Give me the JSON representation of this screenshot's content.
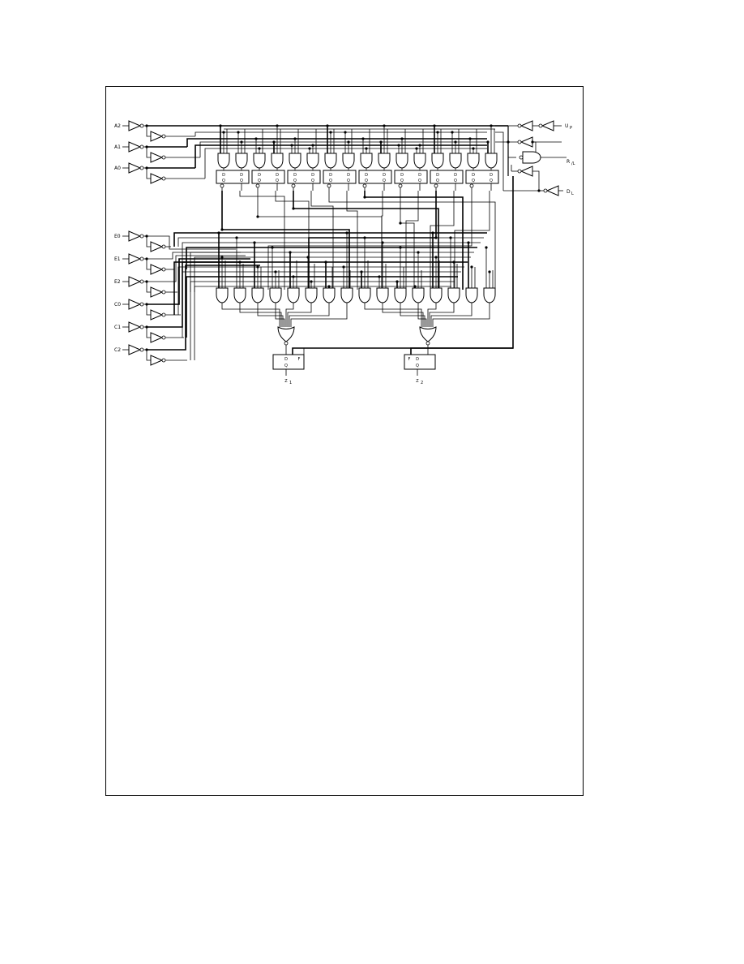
{
  "diagram": {
    "address_inputs": [
      "A2",
      "A1",
      "A0"
    ],
    "select_inputs": [
      "E0",
      "E1",
      "E2",
      "C0",
      "C1",
      "C2"
    ],
    "right_inputs": [
      "U",
      "R",
      "D"
    ],
    "right_input_subscripts": [
      "P",
      "/L",
      "L"
    ],
    "latch_upper_labels": [
      "D",
      "D",
      "D",
      "D",
      "D",
      "D",
      "D",
      "D",
      "D",
      "D",
      "D",
      "D",
      "D",
      "D",
      "D",
      "D"
    ],
    "latch_lower_labels": [
      "Q",
      "Q",
      "Q",
      "Q",
      "Q",
      "Q",
      "Q",
      "Q",
      "Q",
      "Q",
      "Q",
      "Q",
      "Q",
      "Q",
      "Q",
      "Q"
    ],
    "output_latches": [
      {
        "in_label": "D",
        "out_label": "Q",
        "clk_label": "F",
        "output": "Z",
        "output_sub": "1"
      },
      {
        "in_label": "D",
        "out_label": "Q",
        "clk_label": "F",
        "output": "Z",
        "output_sub": "2"
      }
    ]
  }
}
